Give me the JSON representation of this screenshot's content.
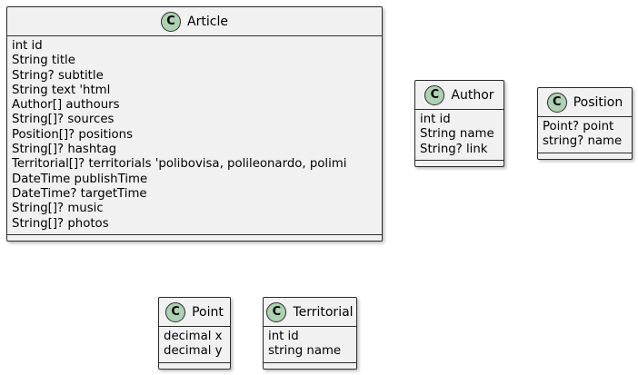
{
  "classes": [
    {
      "id": "article",
      "stereotype": "C",
      "name": "Article",
      "attributes": [
        "int id",
        "String title",
        "String? subtitle",
        "String text 'html",
        "Author[] authours",
        "String[]? sources",
        "Position[]? positions",
        "String[]? hashtag",
        "Territorial[]? territorials 'polibovisa, polileonardo, polimi",
        "DateTime publishTime",
        "DateTime? targetTime",
        "String[]? music",
        "String[]? photos"
      ]
    },
    {
      "id": "author",
      "stereotype": "C",
      "name": "Author",
      "attributes": [
        "int id",
        "String name",
        "String? link"
      ]
    },
    {
      "id": "position",
      "stereotype": "C",
      "name": "Position",
      "attributes": [
        "Point? point",
        "string? name"
      ]
    },
    {
      "id": "point",
      "stereotype": "C",
      "name": "Point",
      "attributes": [
        "decimal x",
        "decimal y"
      ]
    },
    {
      "id": "territorial",
      "stereotype": "C",
      "name": "Territorial",
      "attributes": [
        "int id",
        "string name"
      ]
    }
  ],
  "colors": {
    "class_fill": "#f1f1f1",
    "border": "#2b2b2b",
    "stereotype_circle": "#add1b2"
  }
}
